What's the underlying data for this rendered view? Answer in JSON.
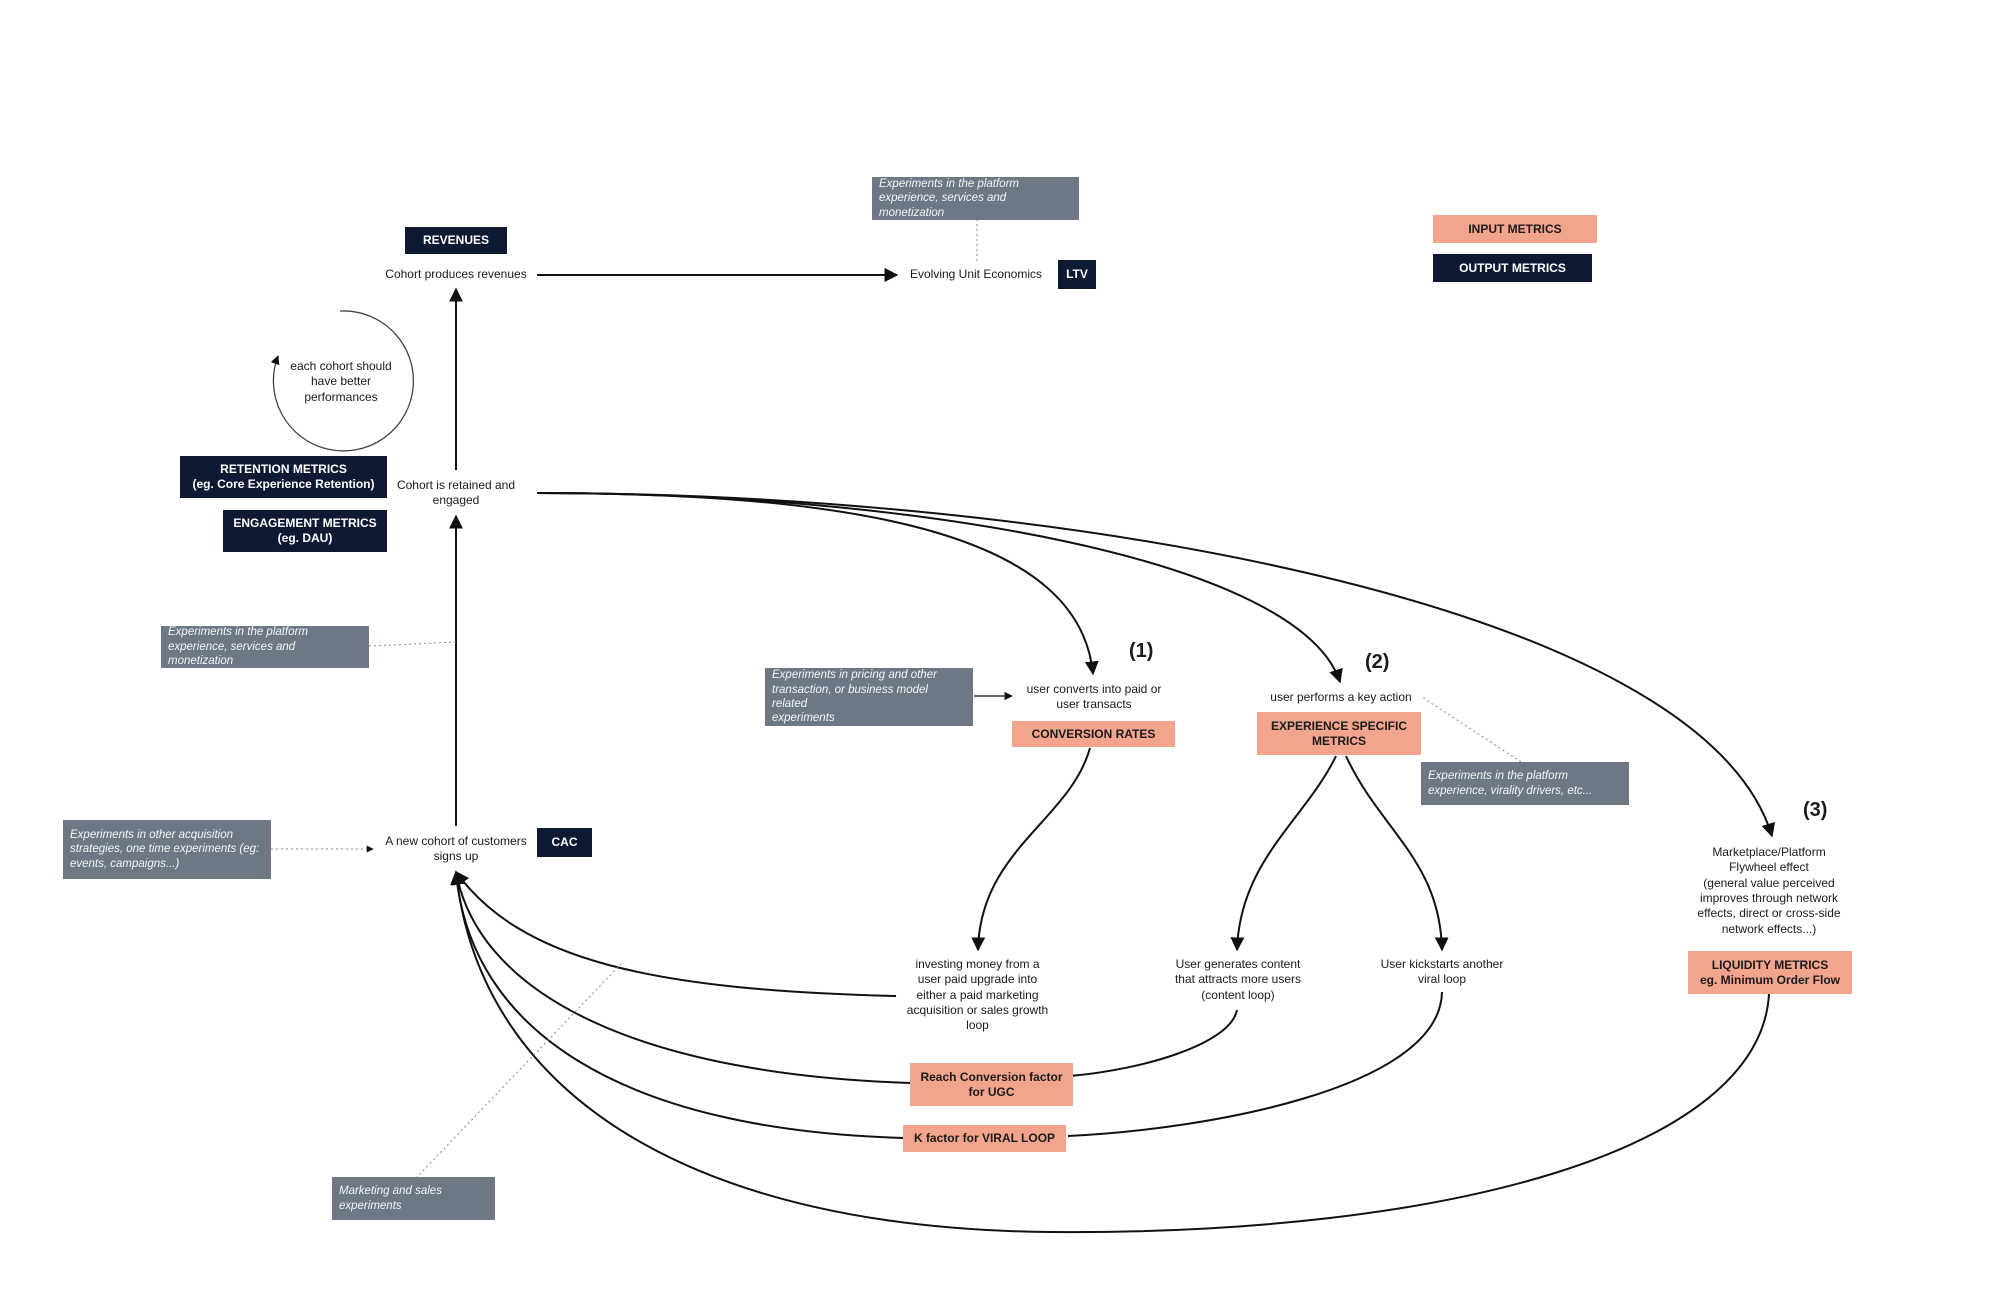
{
  "legend": {
    "input": "INPUT METRICS",
    "output": "OUTPUT METRICS"
  },
  "metrics": {
    "revenues": "REVENUES",
    "ltv": "LTV",
    "retention": [
      "RETENTION METRICS",
      "(eg. Core Experience Retention)"
    ],
    "engagement": [
      "ENGAGEMENT METRICS",
      "(eg. DAU)"
    ],
    "cac": "CAC",
    "conversion": "CONVERSION RATES",
    "experience": [
      "EXPERIENCE SPECIFIC",
      "METRICS"
    ],
    "liquidity": [
      "LIQUIDITY METRICS",
      "eg. Minimum Order Flow"
    ],
    "reach": [
      "Reach Conversion  factor",
      "for UGC"
    ],
    "kfactor": "K factor for VIRAL LOOP"
  },
  "nodes": {
    "cohort_revenue": "Cohort produces revenues",
    "unit_econ": "Evolving Unit Economics",
    "cycle": [
      "each cohort should",
      "have better",
      "performances"
    ],
    "retained": [
      "Cohort is retained and",
      "engaged"
    ],
    "new_cohort": [
      "A new cohort of customers",
      "signs up"
    ],
    "converts": [
      "user converts into paid or",
      "user transacts"
    ],
    "key_action": "user performs a key action",
    "flywheel": [
      "Marketplace/Platform",
      "Flywheel effect",
      "(general value perceived",
      "improves through network",
      "effects, direct or cross-side",
      "network effects...)"
    ],
    "investing": [
      "investing money from a",
      "user paid upgrade into",
      "either a paid marketing",
      "acquisition or sales growth",
      "loop"
    ],
    "ugc": [
      "User generates content",
      "that attracts more users",
      "(content loop)"
    ],
    "viral": [
      "User kickstarts another",
      "viral loop"
    ]
  },
  "experiments": {
    "top": [
      "Experiments in the platform",
      "experience, services and monetization"
    ],
    "left_mid": [
      "Experiments in the platform",
      "experience, services and monetization"
    ],
    "pricing": [
      "Experiments in pricing and other",
      "transaction, or business model related",
      "experiments"
    ],
    "virality": [
      "Experiments in the platform",
      "experience, virality drivers, etc..."
    ],
    "acquisition": [
      "Experiments in other acquisition",
      "strategies, one time experiments (eg:",
      "events, campaigns...)"
    ],
    "marketing": [
      "Marketing and sales",
      "experiments"
    ]
  },
  "numbers": {
    "one": "(1)",
    "two": "(2)",
    "three": "(3)"
  }
}
